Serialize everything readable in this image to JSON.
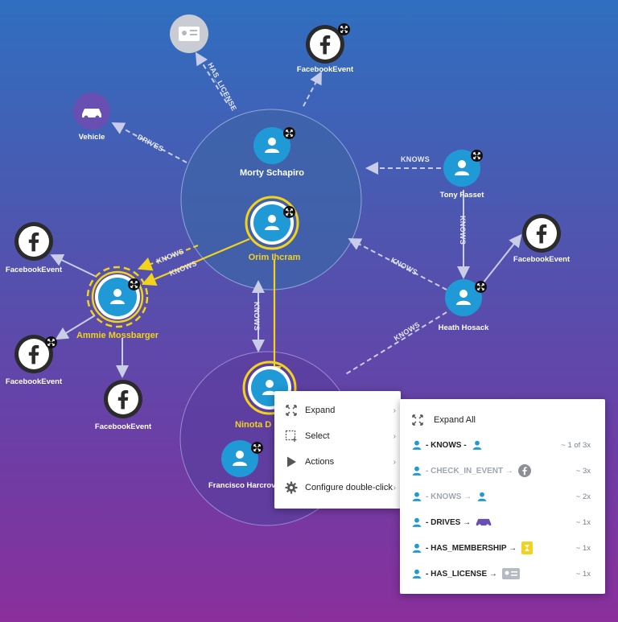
{
  "nodes": {
    "morty": {
      "label": "Morty Schapiro"
    },
    "orim": {
      "label": "Orim Ihcram"
    },
    "ammie": {
      "label": "Ammie Mossbarger"
    },
    "tony": {
      "label": "Tony Fasset"
    },
    "heath": {
      "label": "Heath Hosack"
    },
    "ninota": {
      "label": "Ninota D"
    },
    "francisco": {
      "label": "Francisco Harcrov"
    },
    "vehicle": {
      "label": "Vehicle"
    },
    "fb_top": {
      "label": "FacebookEvent"
    },
    "fb_right": {
      "label": "FacebookEvent"
    },
    "fb_left1": {
      "label": "FacebookEvent"
    },
    "fb_left2": {
      "label": "FacebookEvent"
    },
    "fb_left3": {
      "label": "FacebookEvent"
    }
  },
  "edges": {
    "has_license": "HAS_LICENSE",
    "drives": "DRIVES",
    "knows_tony": "KNOWS",
    "knows_tony_heath": "KNOWS",
    "knows_heath_orim": "KNOWS",
    "knows_heath_ninota": "KNOWS",
    "knows_orim_ammie_1": "KNOWS",
    "knows_orim_ammie_2": "KNOWS",
    "knows_orim_ninota": "KNOWS"
  },
  "context_menu": {
    "items": [
      {
        "label": "Expand",
        "icon": "expand-icon"
      },
      {
        "label": "Select",
        "icon": "select-icon"
      },
      {
        "label": "Actions",
        "icon": "play-icon"
      },
      {
        "label": "Configure double-click",
        "icon": "gear-icon"
      }
    ]
  },
  "submenu": {
    "expand_all": "Expand All",
    "rows": [
      {
        "rel": "- KNOWS -",
        "target": "person-icon",
        "count": "~ 1 of 3x",
        "dim": false
      },
      {
        "rel": "- CHECK_IN_EVENT →",
        "target": "facebook-icon",
        "count": "~ 3x",
        "dim": true
      },
      {
        "rel": "- KNOWS →",
        "target": "person-icon",
        "count": "~ 2x",
        "dim": true
      },
      {
        "rel": "- DRIVES →",
        "target": "car-icon",
        "count": "~ 1x",
        "dim": false
      },
      {
        "rel": "- HAS_MEMBERSHIP →",
        "target": "membership-icon",
        "count": "~ 1x",
        "dim": false
      },
      {
        "rel": "- HAS_LICENSE →",
        "target": "license-icon",
        "count": "~ 1x",
        "dim": false
      }
    ]
  },
  "colors": {
    "person": "#1f9ad6",
    "highlight": "#f2d21b",
    "edge": "#c9cde8",
    "vehicle": "#6a4fb3"
  }
}
